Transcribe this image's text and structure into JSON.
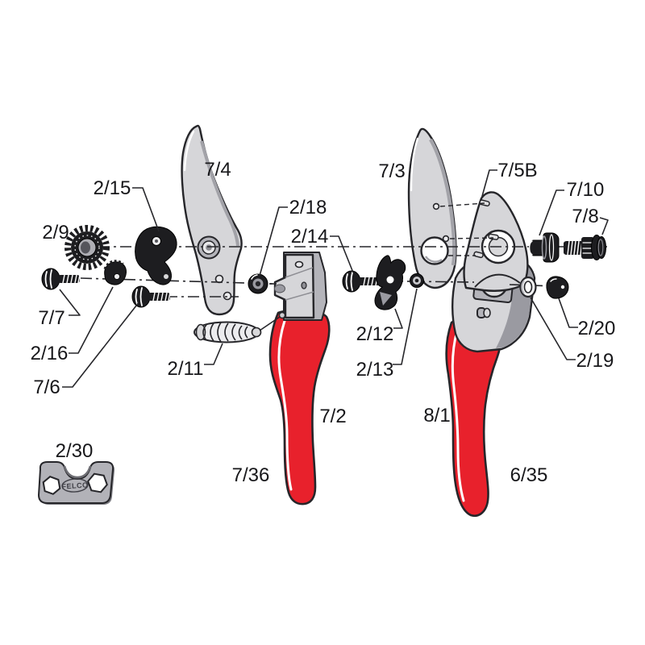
{
  "diagram": {
    "brand_stamp": "FELCO",
    "labels": {
      "p2_9": "2/9",
      "p2_15": "2/15",
      "p7_4": "7/4",
      "p7_7": "7/7",
      "p2_16": "2/16",
      "p7_6": "7/6",
      "p2_11": "2/11",
      "p2_18": "2/18",
      "p2_14": "2/14",
      "p7_3": "7/3",
      "p7_5b": "7/5B",
      "p7_10": "7/10",
      "p7_8": "7/8",
      "p2_12": "2/12",
      "p2_13": "2/13",
      "p2_20": "2/20",
      "p2_19": "2/19",
      "p7_2": "7/2",
      "p8_1": "8/1",
      "p7_36": "7/36",
      "p6_35": "6/35",
      "p2_30": "2/30"
    },
    "colors": {
      "handle_red": "#e8212c",
      "metal_light": "#d6d6d9",
      "metal_mid": "#b4b4ba",
      "metal_dark": "#9a9aa1",
      "part_black": "#1d1d20",
      "ink": "#26262a"
    }
  }
}
